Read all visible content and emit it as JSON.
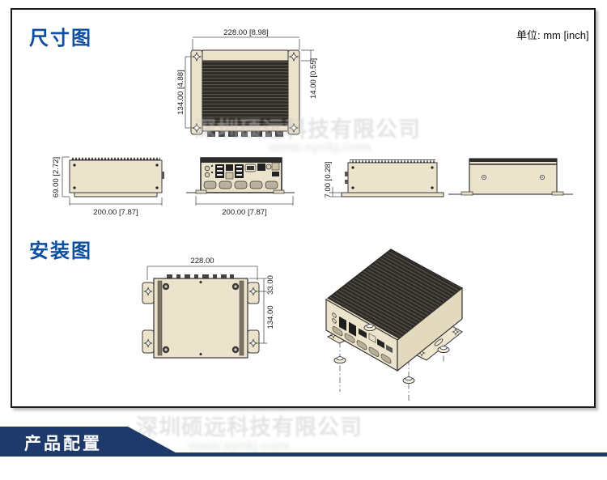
{
  "titles": {
    "section1": "尺寸图",
    "unit": "单位: mm [inch]",
    "section2": "安装图",
    "footer": "产品配置"
  },
  "watermark": {
    "company": "深圳硕远科技有限公司",
    "url": "www.syckj.com"
  },
  "dims": {
    "top_width": "228.00 [8.98]",
    "top_height": "134.00 [4.88]",
    "top_strip": "14.00 [0.55]",
    "side_height": "69.00 [2.72]",
    "side_width": "200.00 [7.87]",
    "front_width": "200.00 [7.87]",
    "foot_height": "7.00 [0.28]",
    "mount_width": "228.00",
    "mount_offset": "33.00",
    "mount_span": "134.00"
  },
  "colors": {
    "accent_blue": "#0b4da0",
    "banner_navy": "#1e3a6a",
    "device_cream": "#ece3cc",
    "heatsink_dark": "#2d2925"
  }
}
